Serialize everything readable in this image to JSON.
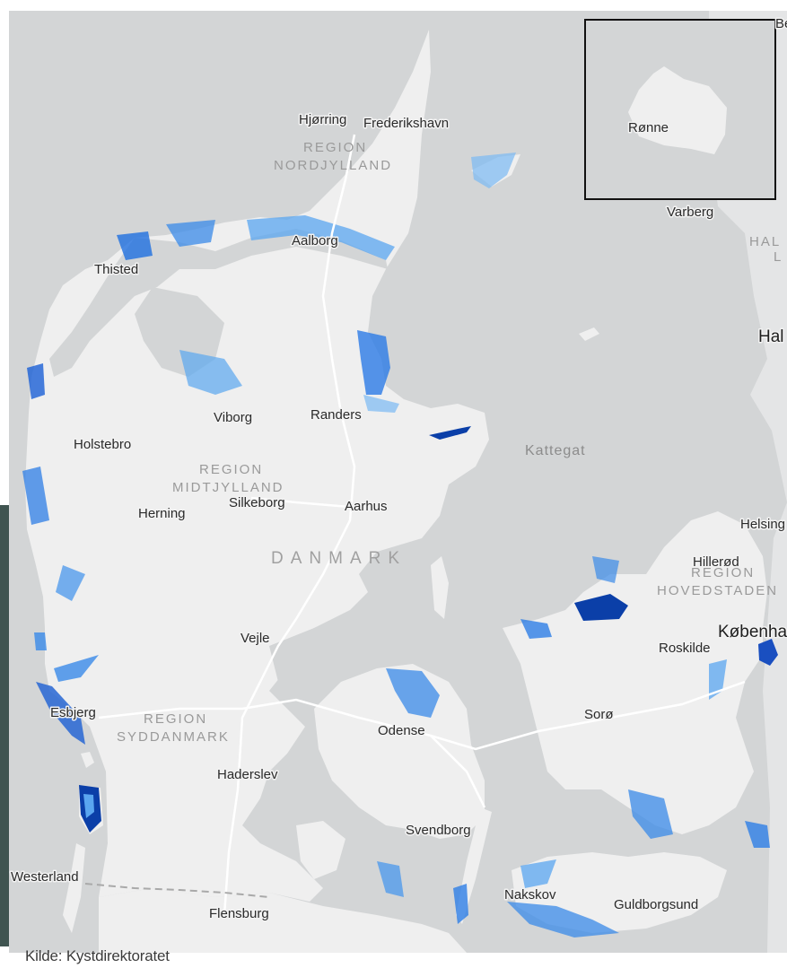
{
  "source_credit": "Kilde: Kystdirektoratet",
  "map": {
    "country_label": "DANMARK",
    "sea_label": "Kattegat",
    "regions": [
      {
        "line1": "REGION",
        "line2": "NORDJYLLAND"
      },
      {
        "line1": "REGION",
        "line2": "MIDTJYLLAND"
      },
      {
        "line1": "REGION",
        "line2": "SYDDANMARK"
      },
      {
        "line1": "REGION",
        "line2": "HOVEDSTADEN"
      }
    ],
    "cities": [
      "Hjørring",
      "Frederikshavn",
      "Aalborg",
      "Thisted",
      "Viborg",
      "Randers",
      "Holstebro",
      "Herning",
      "Silkeborg",
      "Aarhus",
      "Vejle",
      "Esbjerg",
      "Odense",
      "Haderslev",
      "Svendborg",
      "Westerland",
      "Flensburg",
      "Nakskov",
      "Guldborgsund",
      "Sorø",
      "Roskilde",
      "Hillerød",
      "Varberg"
    ],
    "cut_labels": [
      "Be",
      "Hal",
      "HAL",
      "L",
      "Helsing",
      "Københa"
    ],
    "capital": "Københa",
    "inset": {
      "city": "Rønne"
    },
    "colors": {
      "sea": "#d3d5d6",
      "land": "#efefef",
      "flood_light": "#8ec5f5",
      "flood_mid": "#3a8ae8",
      "flood_dark": "#0b3fa8",
      "sidebar": "#3f5450"
    }
  }
}
